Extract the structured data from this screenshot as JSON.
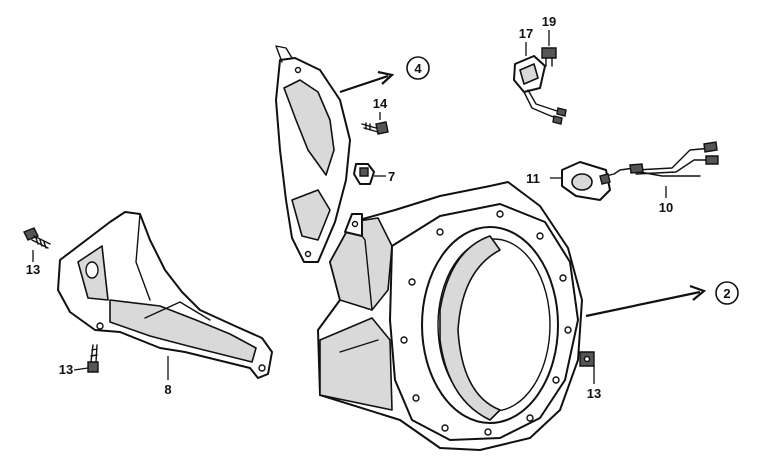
{
  "diagram": {
    "callouts": {
      "c2": "2",
      "c4": "4",
      "c7": "7",
      "c8": "8",
      "c10": "10",
      "c11": "11",
      "c13a": "13",
      "c13b": "13",
      "c13c": "13",
      "c14": "14",
      "c17": "17",
      "c19": "19"
    }
  }
}
